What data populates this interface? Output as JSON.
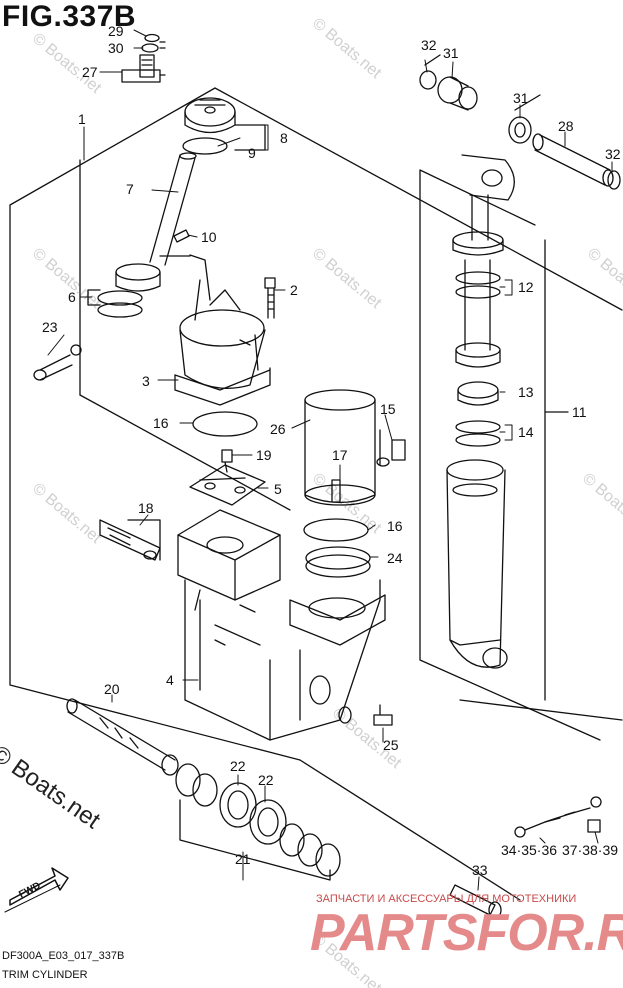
{
  "figure": {
    "title": "FIG.337B",
    "diagram_code": "DF300A_E03_017_337B",
    "diagram_name": "TRIM CYLINDER"
  },
  "callouts": [
    {
      "id": "29",
      "label": "29"
    },
    {
      "id": "30",
      "label": "30"
    },
    {
      "id": "27",
      "label": "27"
    },
    {
      "id": "1",
      "label": "1"
    },
    {
      "id": "8",
      "label": "8"
    },
    {
      "id": "9",
      "label": "9"
    },
    {
      "id": "7",
      "label": "7"
    },
    {
      "id": "10",
      "label": "10"
    },
    {
      "id": "6",
      "label": "6"
    },
    {
      "id": "23",
      "label": "23"
    },
    {
      "id": "2",
      "label": "2"
    },
    {
      "id": "3",
      "label": "3"
    },
    {
      "id": "16a",
      "label": "16"
    },
    {
      "id": "19",
      "label": "19"
    },
    {
      "id": "5",
      "label": "5"
    },
    {
      "id": "18",
      "label": "18"
    },
    {
      "id": "26",
      "label": "26"
    },
    {
      "id": "15",
      "label": "15"
    },
    {
      "id": "17",
      "label": "17"
    },
    {
      "id": "16b",
      "label": "16"
    },
    {
      "id": "24",
      "label": "24"
    },
    {
      "id": "4",
      "label": "4"
    },
    {
      "id": "20",
      "label": "20"
    },
    {
      "id": "25",
      "label": "25"
    },
    {
      "id": "22a",
      "label": "22"
    },
    {
      "id": "22b",
      "label": "22"
    },
    {
      "id": "21",
      "label": "21"
    },
    {
      "id": "32a",
      "label": "32"
    },
    {
      "id": "31a",
      "label": "31"
    },
    {
      "id": "31b",
      "label": "31"
    },
    {
      "id": "28",
      "label": "28"
    },
    {
      "id": "32b",
      "label": "32"
    },
    {
      "id": "12",
      "label": "12"
    },
    {
      "id": "13",
      "label": "13"
    },
    {
      "id": "14",
      "label": "14"
    },
    {
      "id": "11",
      "label": "11"
    },
    {
      "id": "33",
      "label": "33"
    },
    {
      "id": "34",
      "label": "34·35·36"
    },
    {
      "id": "37",
      "label": "37·38·39"
    }
  ],
  "watermarks": {
    "main": "© Boats.net",
    "faint": "© Boats.net"
  },
  "dealer": {
    "line": "ЗАПЧАСТИ И АКСЕССУАРЫ ДЛЯ МОТОТЕХНИКИ",
    "logo": "PARTSFOR.RU"
  },
  "icons": {
    "fwd_arrow": "fwd-arrow-icon",
    "fwd_label": "FWD"
  }
}
